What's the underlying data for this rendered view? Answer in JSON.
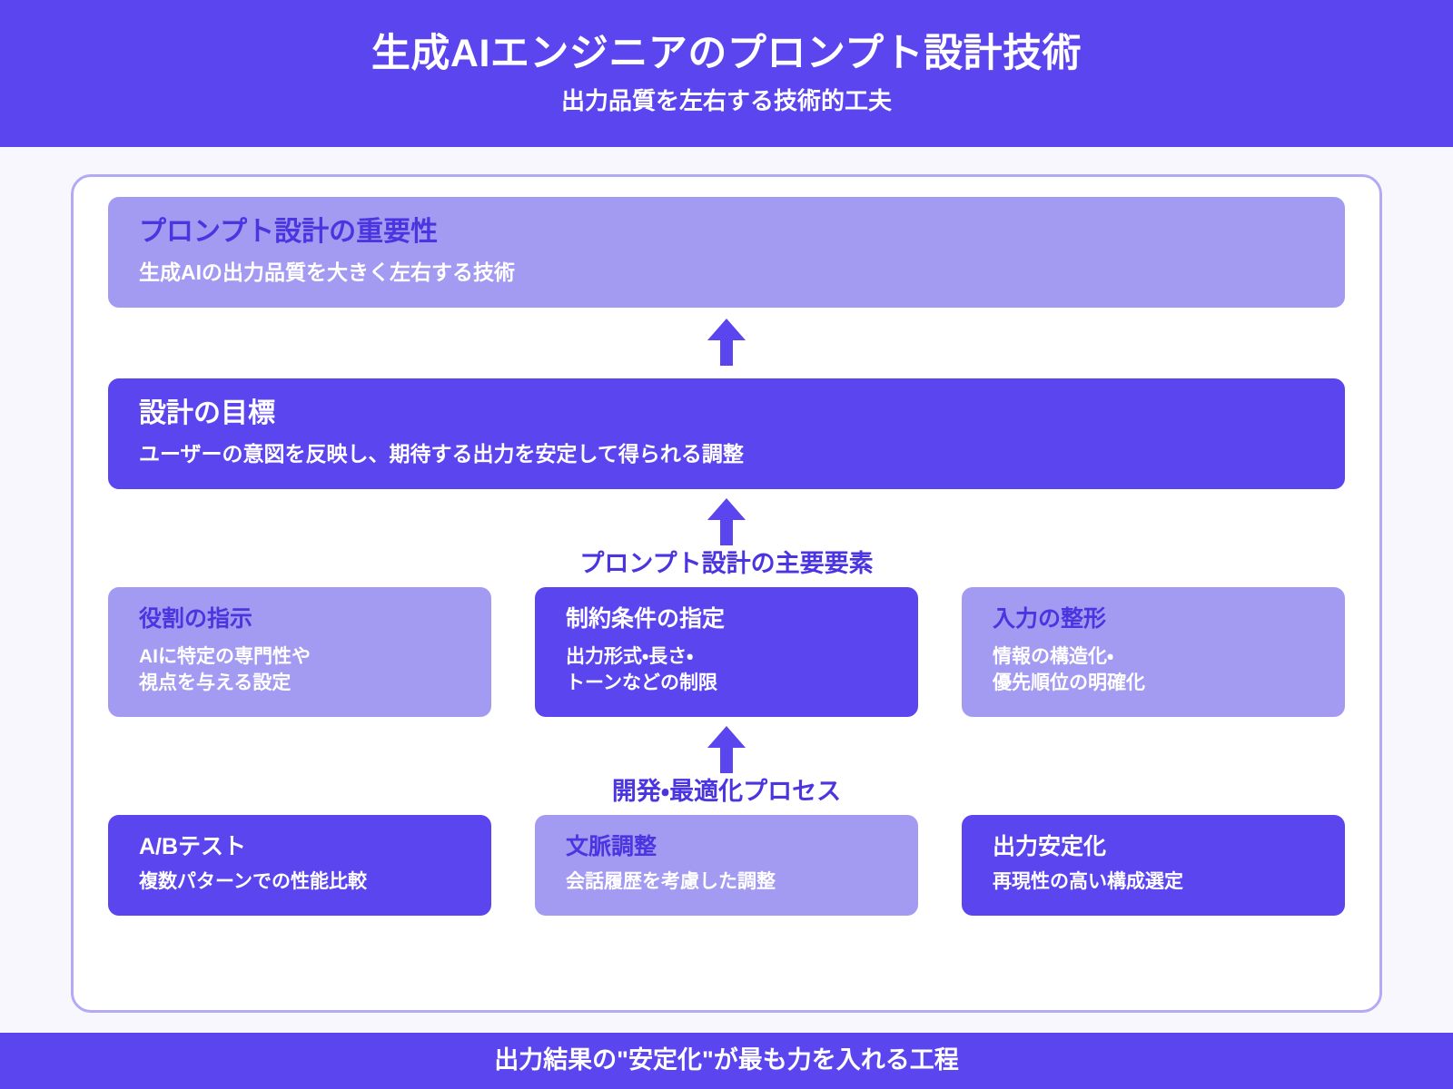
{
  "header": {
    "title": "生成AIエンジニアのプロンプト設計技術",
    "subtitle": "出力品質を左右する技術的工夫"
  },
  "colors": {
    "brand_purple": "#5b45ee",
    "light_purple": "#a39bf2",
    "title_purple": "#4a35e0",
    "page_background": "#f8f7fd",
    "frame_border": "#b3aaf5",
    "card_text": "#ffffff"
  },
  "flow": {
    "importance_card": {
      "title": "プロンプト設計の重要性",
      "desc": "生成AIの出力品質を大きく左右する技術",
      "style": "light"
    },
    "goal_card": {
      "title": "設計の目標",
      "desc": "ユーザーの意図を反映し、期待する出力を安定して得られる調整",
      "style": "dark"
    },
    "connector_elements": {
      "label": "プロンプト設計の主要要素",
      "arrow": "arrow-up-icon"
    },
    "elements": [
      {
        "title": "役割の指示",
        "desc": "AIに特定の専門性や\n視点を与える設定",
        "style": "light"
      },
      {
        "title": "制約条件の指定",
        "desc": "出力形式・長さ・\nトーンなどの制限",
        "style": "dark"
      },
      {
        "title": "入力の整形",
        "desc": "情報の構造化・\n優先順位の明確化",
        "style": "light"
      }
    ],
    "connector_process": {
      "label": "開発・最適化プロセス",
      "arrow": "arrow-up-icon"
    },
    "process": [
      {
        "title": "A/Bテスト",
        "desc": "複数パターンでの性能比較",
        "style": "dark"
      },
      {
        "title": "文脈調整",
        "desc": "会話履歴を考慮した調整",
        "style": "light"
      },
      {
        "title": "出力安定化",
        "desc": "再現性の高い構成選定",
        "style": "dark"
      }
    ]
  },
  "footer": {
    "text": "出力結果の\"安定化\"が最も力を入れる工程"
  }
}
